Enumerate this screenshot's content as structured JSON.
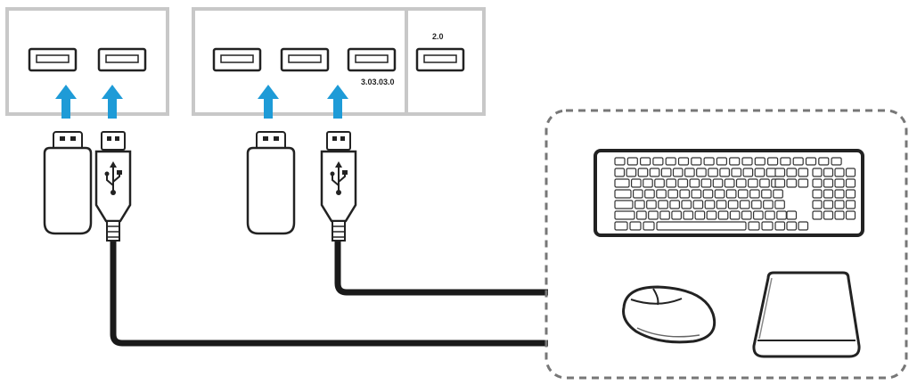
{
  "panel_left": {
    "ports": [
      "usb-port",
      "usb-port"
    ]
  },
  "panel_right": {
    "usb3_label": "3.03.03.0",
    "usb2_label": "2.0"
  },
  "devices": [
    "keyboard",
    "mouse",
    "external-hard-drive"
  ],
  "icons": {
    "arrow": "arrow-up-icon",
    "usb_symbol": "usb-trident-icon"
  },
  "colors": {
    "arrow": "#1e9bd7",
    "cable": "#1a1a1a",
    "panel_border": "#c8c8c8"
  }
}
